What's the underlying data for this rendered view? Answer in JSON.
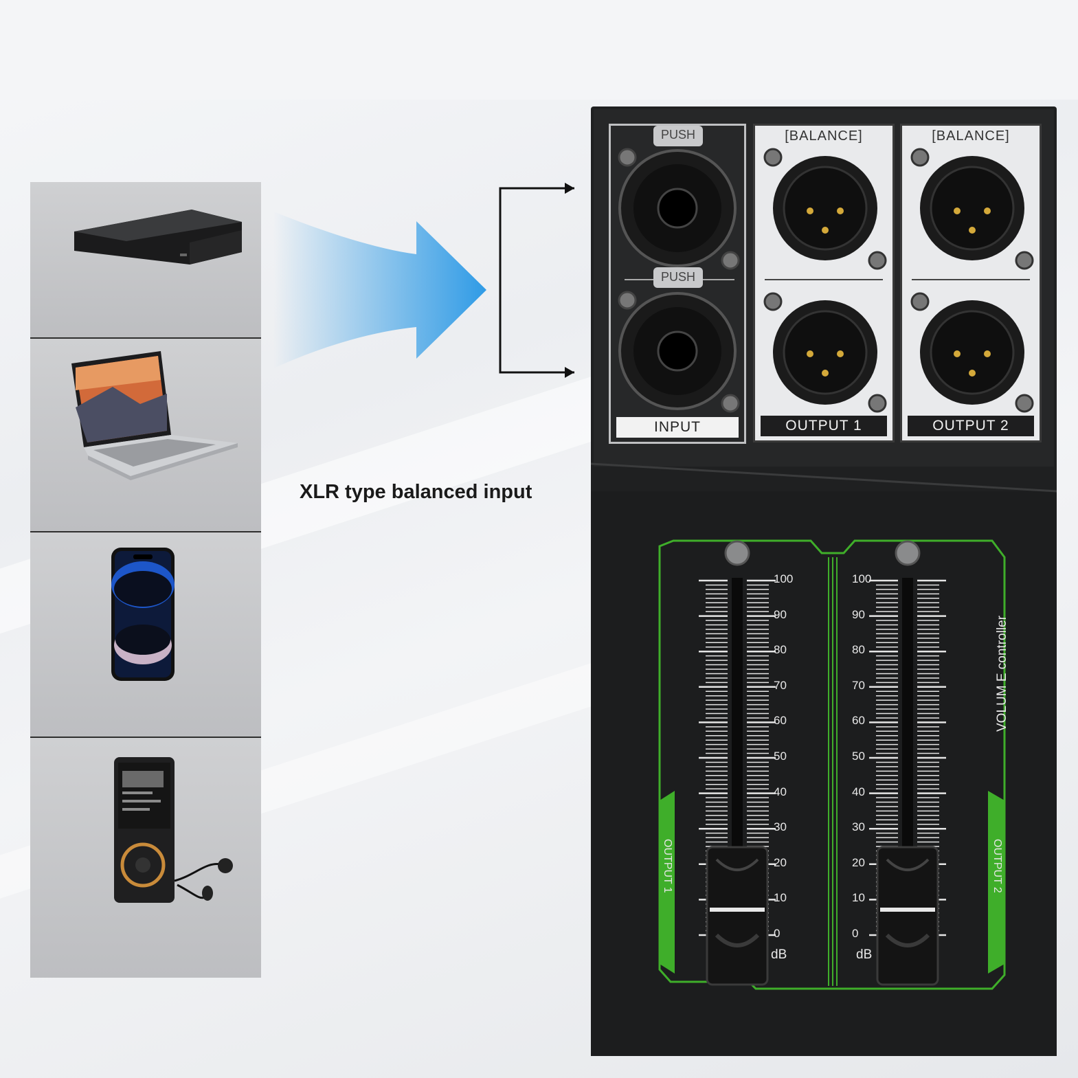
{
  "caption": "XLR type balanced input",
  "sources": [
    {
      "name": "blu-ray-player"
    },
    {
      "name": "laptop"
    },
    {
      "name": "smartphone"
    },
    {
      "name": "mp3-player"
    }
  ],
  "mixer": {
    "input_label": "INPUT",
    "push_label": "PUSH",
    "output_panels": [
      {
        "header": "[BALANCE]",
        "label": "OUTPUT 1"
      },
      {
        "header": "[BALANCE]",
        "label": "OUTPUT 2"
      }
    ],
    "volume_title": "VOLUM E controller",
    "channels": [
      {
        "side_label": "OUTPUT 1",
        "level": 0
      },
      {
        "side_label": "OUTPUT 2",
        "level": 0
      }
    ],
    "scale_ticks": [
      "100",
      "90",
      "80",
      "70",
      "60",
      "50",
      "40",
      "30",
      "20",
      "10",
      "0"
    ],
    "unit": "dB"
  },
  "colors": {
    "accent_green": "#3fae2a",
    "arrow_blue": "#2f9be6",
    "body": "#1f2021"
  }
}
